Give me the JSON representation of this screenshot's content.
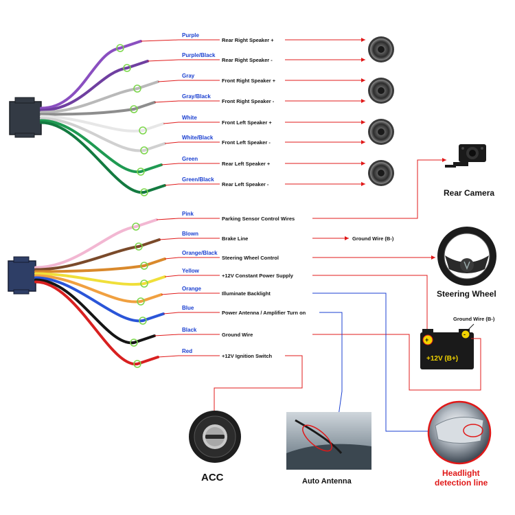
{
  "speaker_wires": [
    {
      "color_name": "Purple",
      "function": "Rear Right Speaker +",
      "stroke": "#8a4fc0"
    },
    {
      "color_name": "Purple/Black",
      "function": "Rear Right Speaker -",
      "stroke": "#6f3fa0"
    },
    {
      "color_name": "Gray",
      "function": "Front Right Speaker +",
      "stroke": "#b9b9b9"
    },
    {
      "color_name": "Gray/Black",
      "function": "Front Right Speaker -",
      "stroke": "#8d8d8d"
    },
    {
      "color_name": "White",
      "function": "Front Left Speaker +",
      "stroke": "#e7e7e7"
    },
    {
      "color_name": "White/Black",
      "function": "Front Left Speaker -",
      "stroke": "#d0d0d0"
    },
    {
      "color_name": "Green",
      "function": "Rear Left Speaker +",
      "stroke": "#1f9a52"
    },
    {
      "color_name": "Green/Black",
      "function": "Rear Left Speaker -",
      "stroke": "#137a40"
    }
  ],
  "power_wires": [
    {
      "color_name": "Pink",
      "function": "Parking Sensor Control Wires",
      "stroke": "#f2b7d2"
    },
    {
      "color_name": "Blown",
      "function": "Brake Line",
      "stroke": "#7a4a2a"
    },
    {
      "color_name": "Orange/Black",
      "function": "Steering Wheel Control",
      "stroke": "#d9892c"
    },
    {
      "color_name": "Yellow",
      "function": "+12V Constant Power Supply",
      "stroke": "#f0df3a"
    },
    {
      "color_name": "Orange",
      "function": "Illuminate Backlight",
      "stroke": "#f0a040"
    },
    {
      "color_name": "Blue",
      "function": "Power Antenna / Amplifier Turn on",
      "stroke": "#2a55d8"
    },
    {
      "color_name": "Black",
      "function": "Ground Wire",
      "stroke": "#151515"
    },
    {
      "color_name": "Red",
      "function": "+12V  Ignition Switch",
      "stroke": "#d82020"
    }
  ],
  "labels": {
    "ground_wire_b_minus_brake": "Ground Wire (B-)",
    "ground_wire_b_minus_battery": "Ground Wire (B-)",
    "battery_plus": "+12V  (B+)",
    "rear_camera": "Rear Camera",
    "steering_wheel": "Steering Wheel",
    "acc": "ACC",
    "auto_antenna": "Auto Antenna",
    "headlight_line1": "Headlight",
    "headlight_line2": "detection line"
  },
  "colors": {
    "arrow_red": "#e01818",
    "arrow_blue": "#1a3fd0",
    "wire_label_blue": "#1a3fd0",
    "ring_green": "#7bd64a"
  }
}
